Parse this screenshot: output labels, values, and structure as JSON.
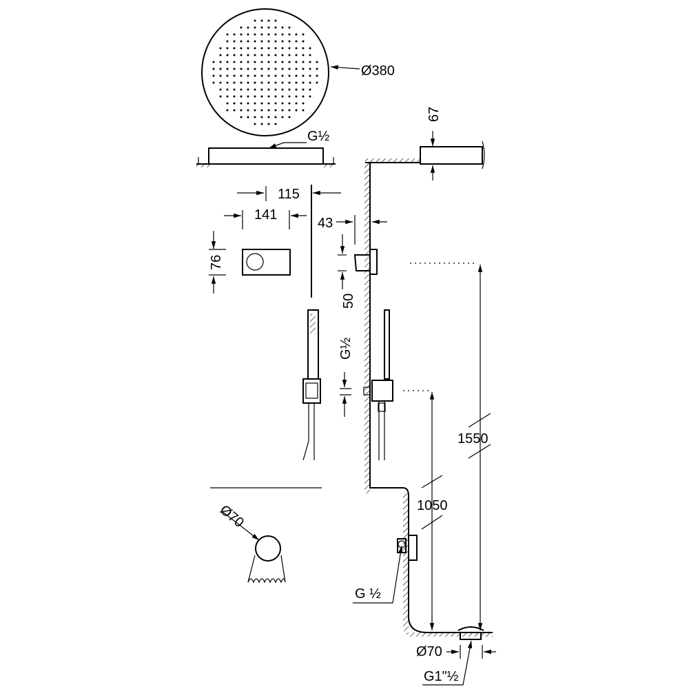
{
  "labels": {
    "head_diameter": "Ø380",
    "head_thread": "G½",
    "dim_115": "115",
    "dim_141": "141",
    "dim_76": "76",
    "dim_43": "43",
    "dim_67": "67",
    "dim_50": "50",
    "handshower_thread": "G½",
    "dim_1550": "1550",
    "dim_1050": "1050",
    "diverter_thread": "G ½",
    "drain_diameter": "Ø70",
    "drain_thread": "G1\"½",
    "spout_diameter": "Ø70"
  },
  "colors": {
    "line": "#000000",
    "background": "#ffffff"
  }
}
